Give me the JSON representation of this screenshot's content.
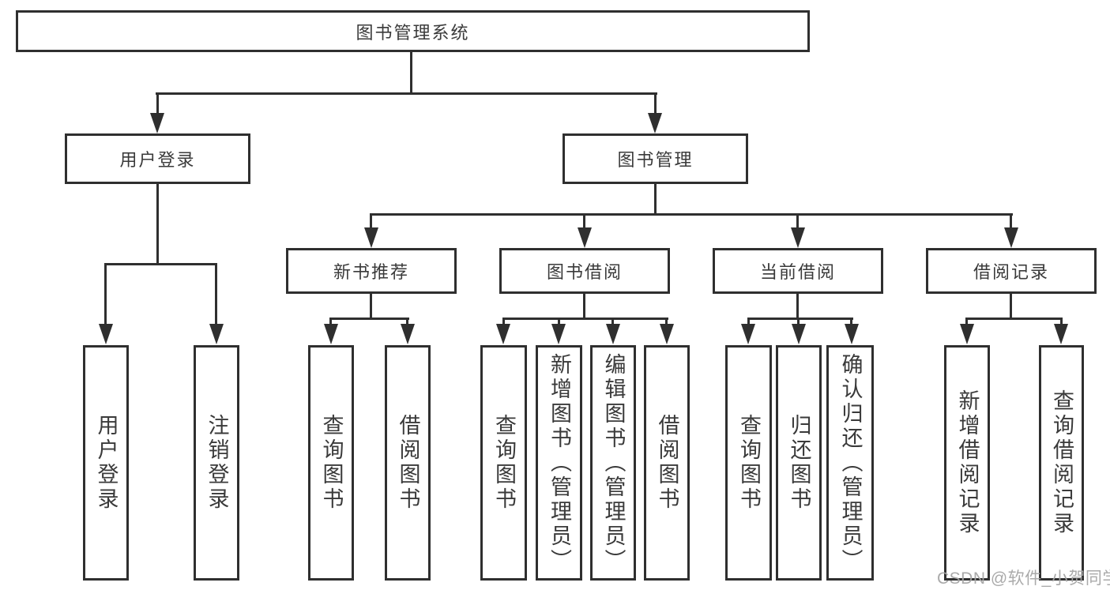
{
  "diagram": {
    "title": "图书管理系统",
    "root": {
      "label": "图书管理系统"
    },
    "level2": [
      {
        "label": "用户登录"
      },
      {
        "label": "图书管理"
      }
    ],
    "level3": [
      {
        "label": "新书推荐",
        "parent": "图书管理"
      },
      {
        "label": "图书借阅",
        "parent": "图书管理"
      },
      {
        "label": "当前借阅",
        "parent": "图书管理"
      },
      {
        "label": "借阅记录",
        "parent": "图书管理"
      }
    ],
    "leaves": [
      {
        "label": "用户登录",
        "parent": "用户登录"
      },
      {
        "label": "注销登录",
        "parent": "用户登录"
      },
      {
        "label": "查询图书",
        "parent": "新书推荐"
      },
      {
        "label": "借阅图书",
        "parent": "新书推荐"
      },
      {
        "label": "查询图书",
        "parent": "图书借阅"
      },
      {
        "label": "新增图书（管理员）",
        "parent": "图书借阅"
      },
      {
        "label": "编辑图书（管理员）",
        "parent": "图书借阅"
      },
      {
        "label": "借阅图书",
        "parent": "图书借阅"
      },
      {
        "label": "查询图书",
        "parent": "当前借阅"
      },
      {
        "label": "归还图书",
        "parent": "当前借阅"
      },
      {
        "label": "确认归还（管理员）",
        "parent": "当前借阅"
      },
      {
        "label": "新增借阅记录",
        "parent": "借阅记录"
      },
      {
        "label": "查询借阅记录",
        "parent": "借阅记录"
      }
    ],
    "colors": {
      "line": "#2f2f2f",
      "text": "#3a3a3a",
      "background": "#ffffff",
      "watermark": "#a5a5a5"
    }
  },
  "watermark": {
    "text": "CSDN @软件_小贺同学"
  }
}
